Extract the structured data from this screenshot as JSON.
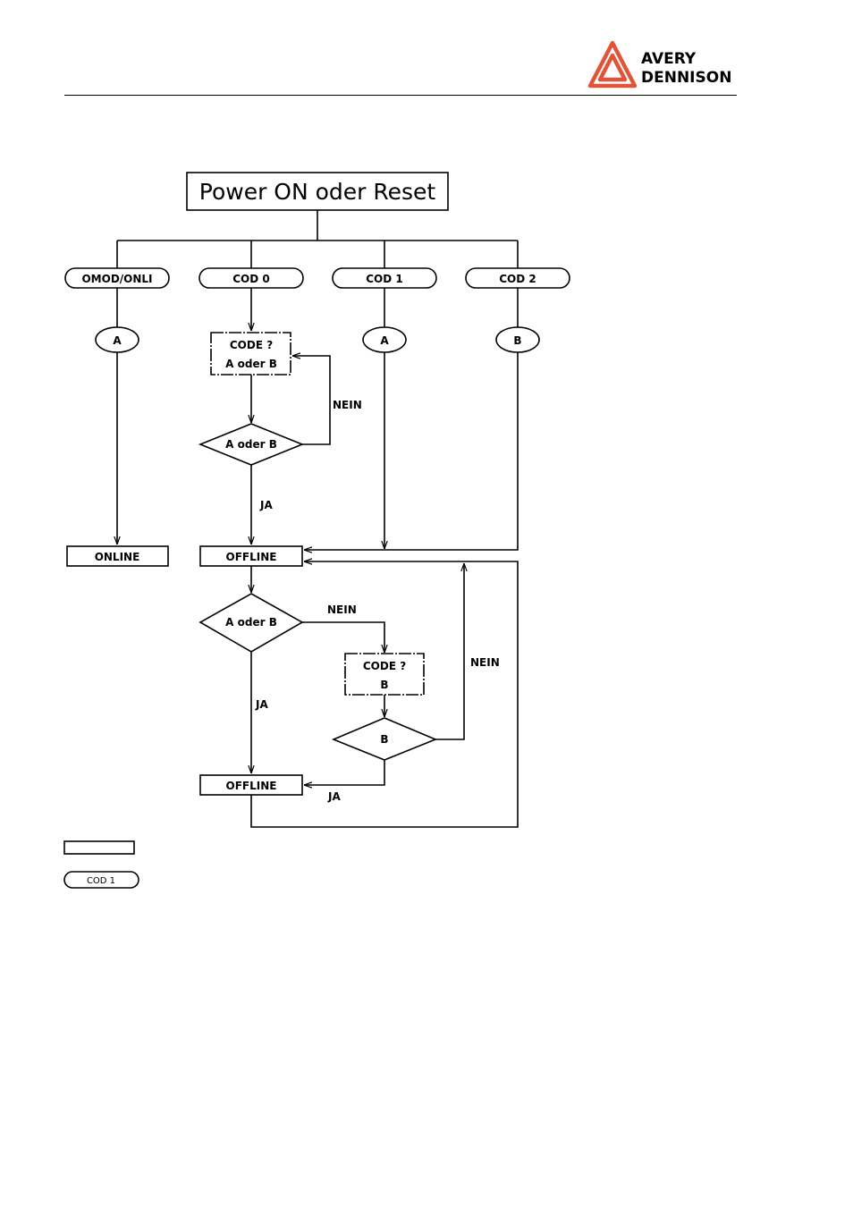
{
  "brand": {
    "name_line1": "AVERY",
    "name_line2": "DENNISON",
    "color": "#e2543a"
  },
  "flowchart": {
    "start": "Power ON oder Reset",
    "branches": [
      "OMOD/ONLI",
      "COD 0",
      "COD 1",
      "COD 2"
    ],
    "connectors": [
      "A",
      "A",
      "B"
    ],
    "code_box_1": [
      "CODE ?",
      "A oder B"
    ],
    "decision_1": "A oder B",
    "no_label_1": "NEIN",
    "yes_label_1": "JA",
    "online": "ONLINE",
    "offline_1": "OFFLINE",
    "decision_2": "A oder B",
    "no_label_2": "NEIN",
    "code_box_2": [
      "CODE ?",
      "B"
    ],
    "decision_3": "B",
    "no_label_3": "NEIN",
    "yes_label_2": "JA",
    "yes_label_3": "JA",
    "offline_2": "OFFLINE"
  },
  "legend": {
    "rect_example": "",
    "pill_example": "COD 1"
  }
}
